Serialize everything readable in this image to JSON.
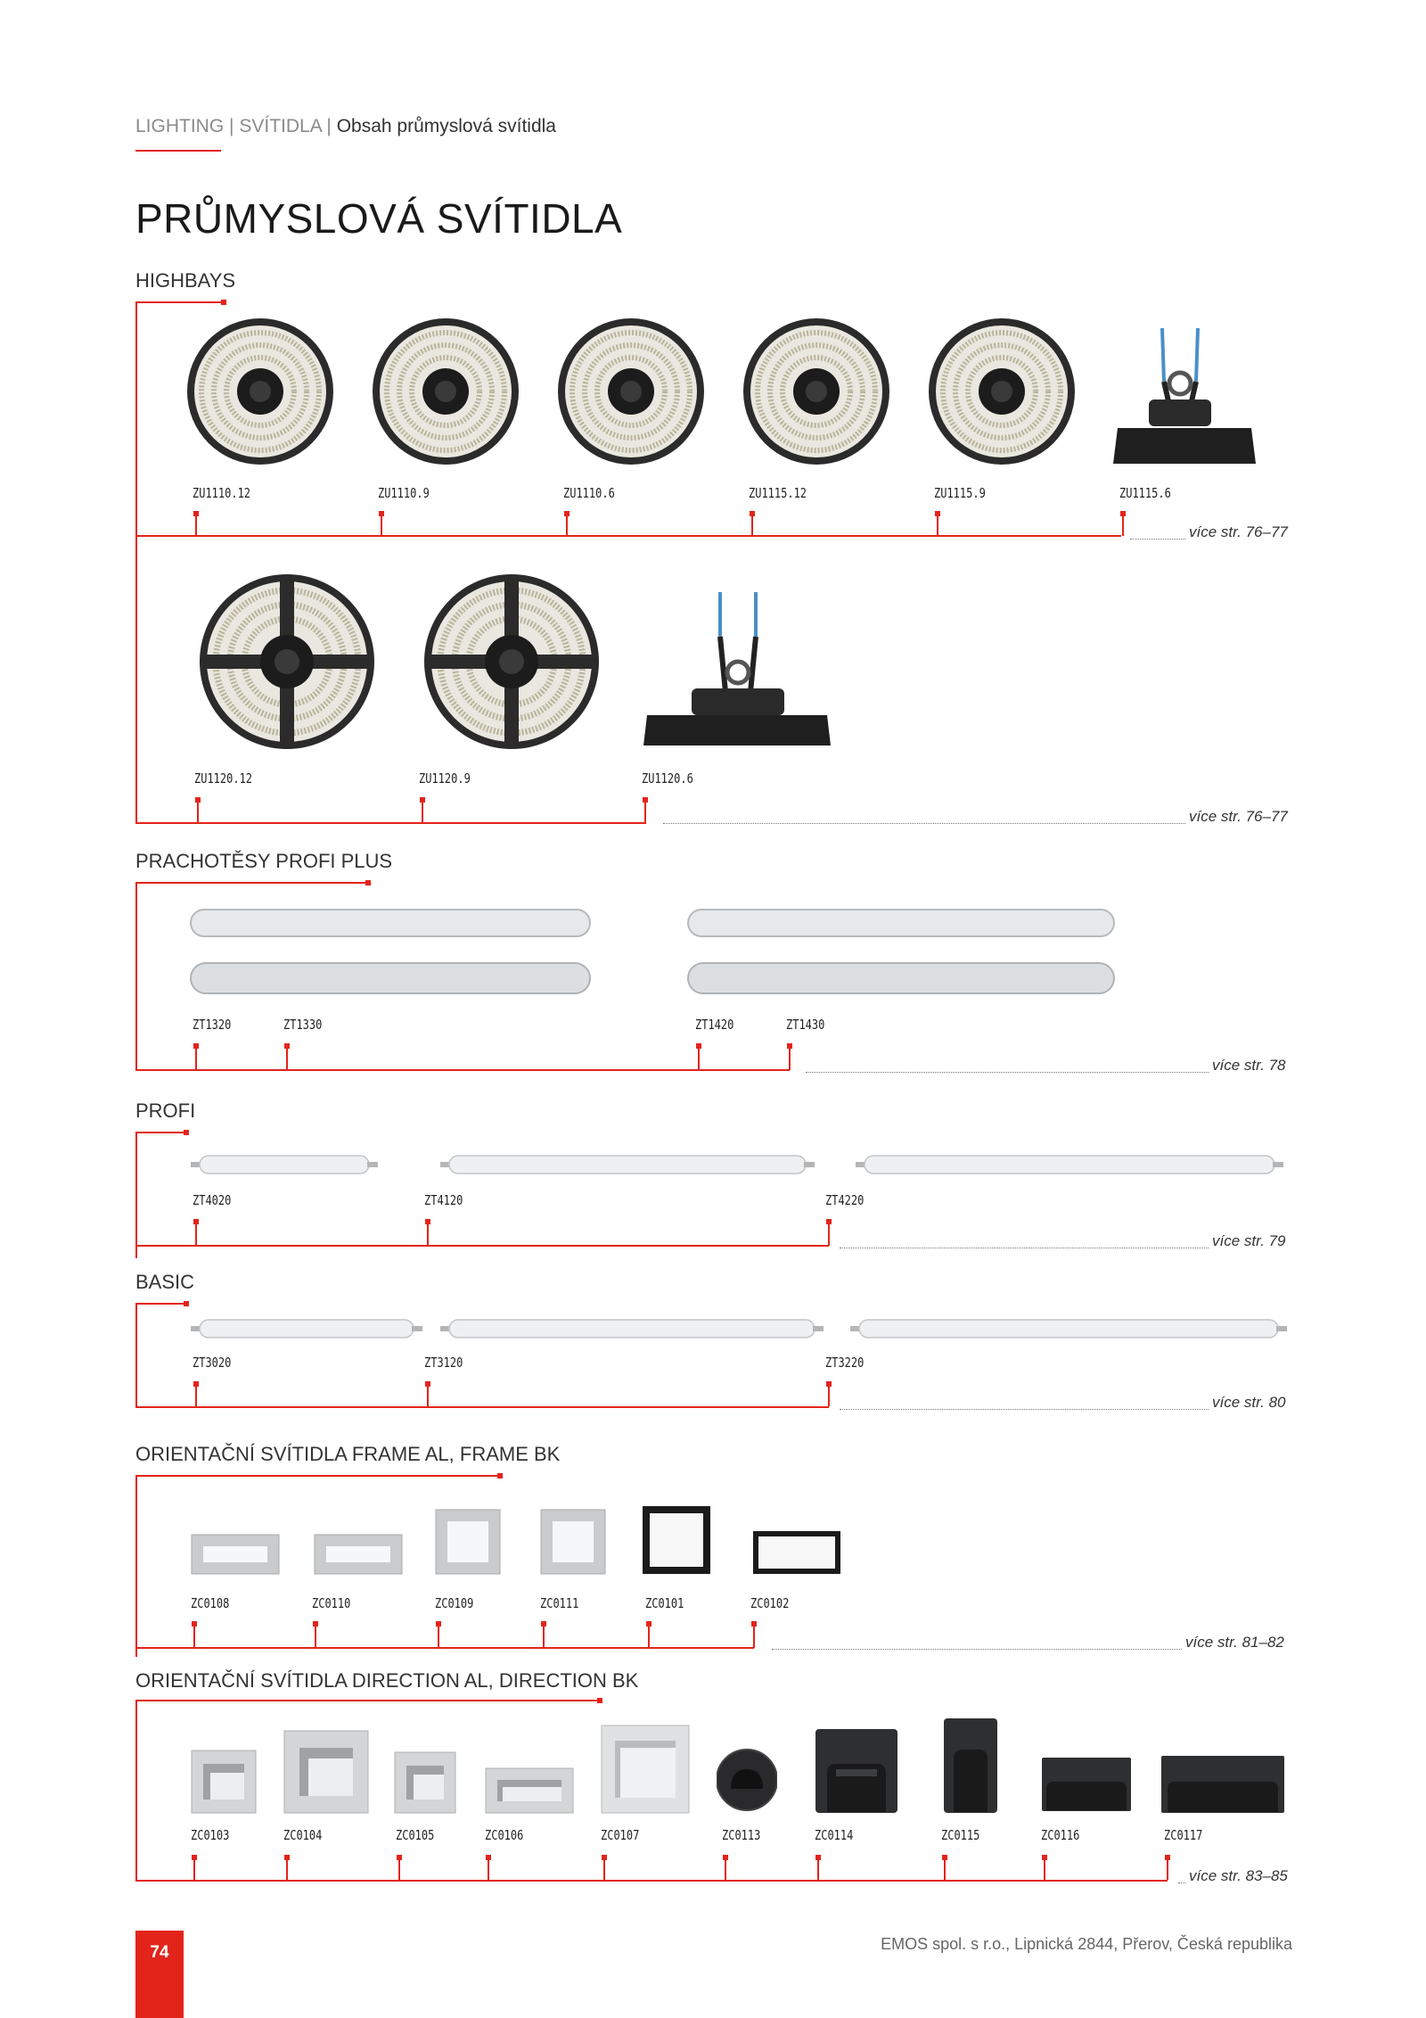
{
  "breadcrumb": {
    "part1": "LIGHTING",
    "part2": "SVÍTIDLA",
    "current": "Obsah průmyslová svítidla"
  },
  "page_title": "PRŮMYSLOVÁ SVÍTIDLA",
  "sections": {
    "highbays": {
      "title": "HIGHBAYS",
      "row1_codes": [
        "ZU1110.12",
        "ZU1110.9",
        "ZU1110.6",
        "ZU1115.12",
        "ZU1115.9",
        "ZU1115.6"
      ],
      "row1_more": "více str. 76–77",
      "row2_codes": [
        "ZU1120.12",
        "ZU1120.9",
        "ZU1120.6"
      ],
      "row2_more": "více str. 76–77"
    },
    "prachotesy": {
      "title": "PRACHOTĚSY PROFI PLUS",
      "codes": [
        "ZT1320",
        "ZT1330",
        "ZT1420",
        "ZT1430"
      ],
      "more": "více str. 78"
    },
    "profi": {
      "title": "PROFI",
      "codes": [
        "ZT4020",
        "ZT4120",
        "ZT4220"
      ],
      "more": "více str. 79"
    },
    "basic": {
      "title": "BASIC",
      "codes": [
        "ZT3020",
        "ZT3120",
        "ZT3220"
      ],
      "more": "více str. 80"
    },
    "frame": {
      "title": "ORIENTAČNÍ SVÍTIDLA FRAME AL, FRAME BK",
      "codes": [
        "ZC0108",
        "ZC0110",
        "ZC0109",
        "ZC0111",
        "ZC0101",
        "ZC0102"
      ],
      "more": "více str. 81–82"
    },
    "direction": {
      "title": "ORIENTAČNÍ SVÍTIDLA DIRECTION AL, DIRECTION BK",
      "codes": [
        "ZC0103",
        "ZC0104",
        "ZC0105",
        "ZC0106",
        "ZC0107",
        "ZC0113",
        "ZC0114",
        "ZC0115",
        "ZC0116",
        "ZC0117"
      ],
      "more": "více str. 83–85"
    }
  },
  "footer": {
    "company": "EMOS spol. s r.o., Lipnická 2844, Přerov, Česká republika",
    "page_number": "74"
  },
  "colors": {
    "accent": "#e3241b"
  }
}
